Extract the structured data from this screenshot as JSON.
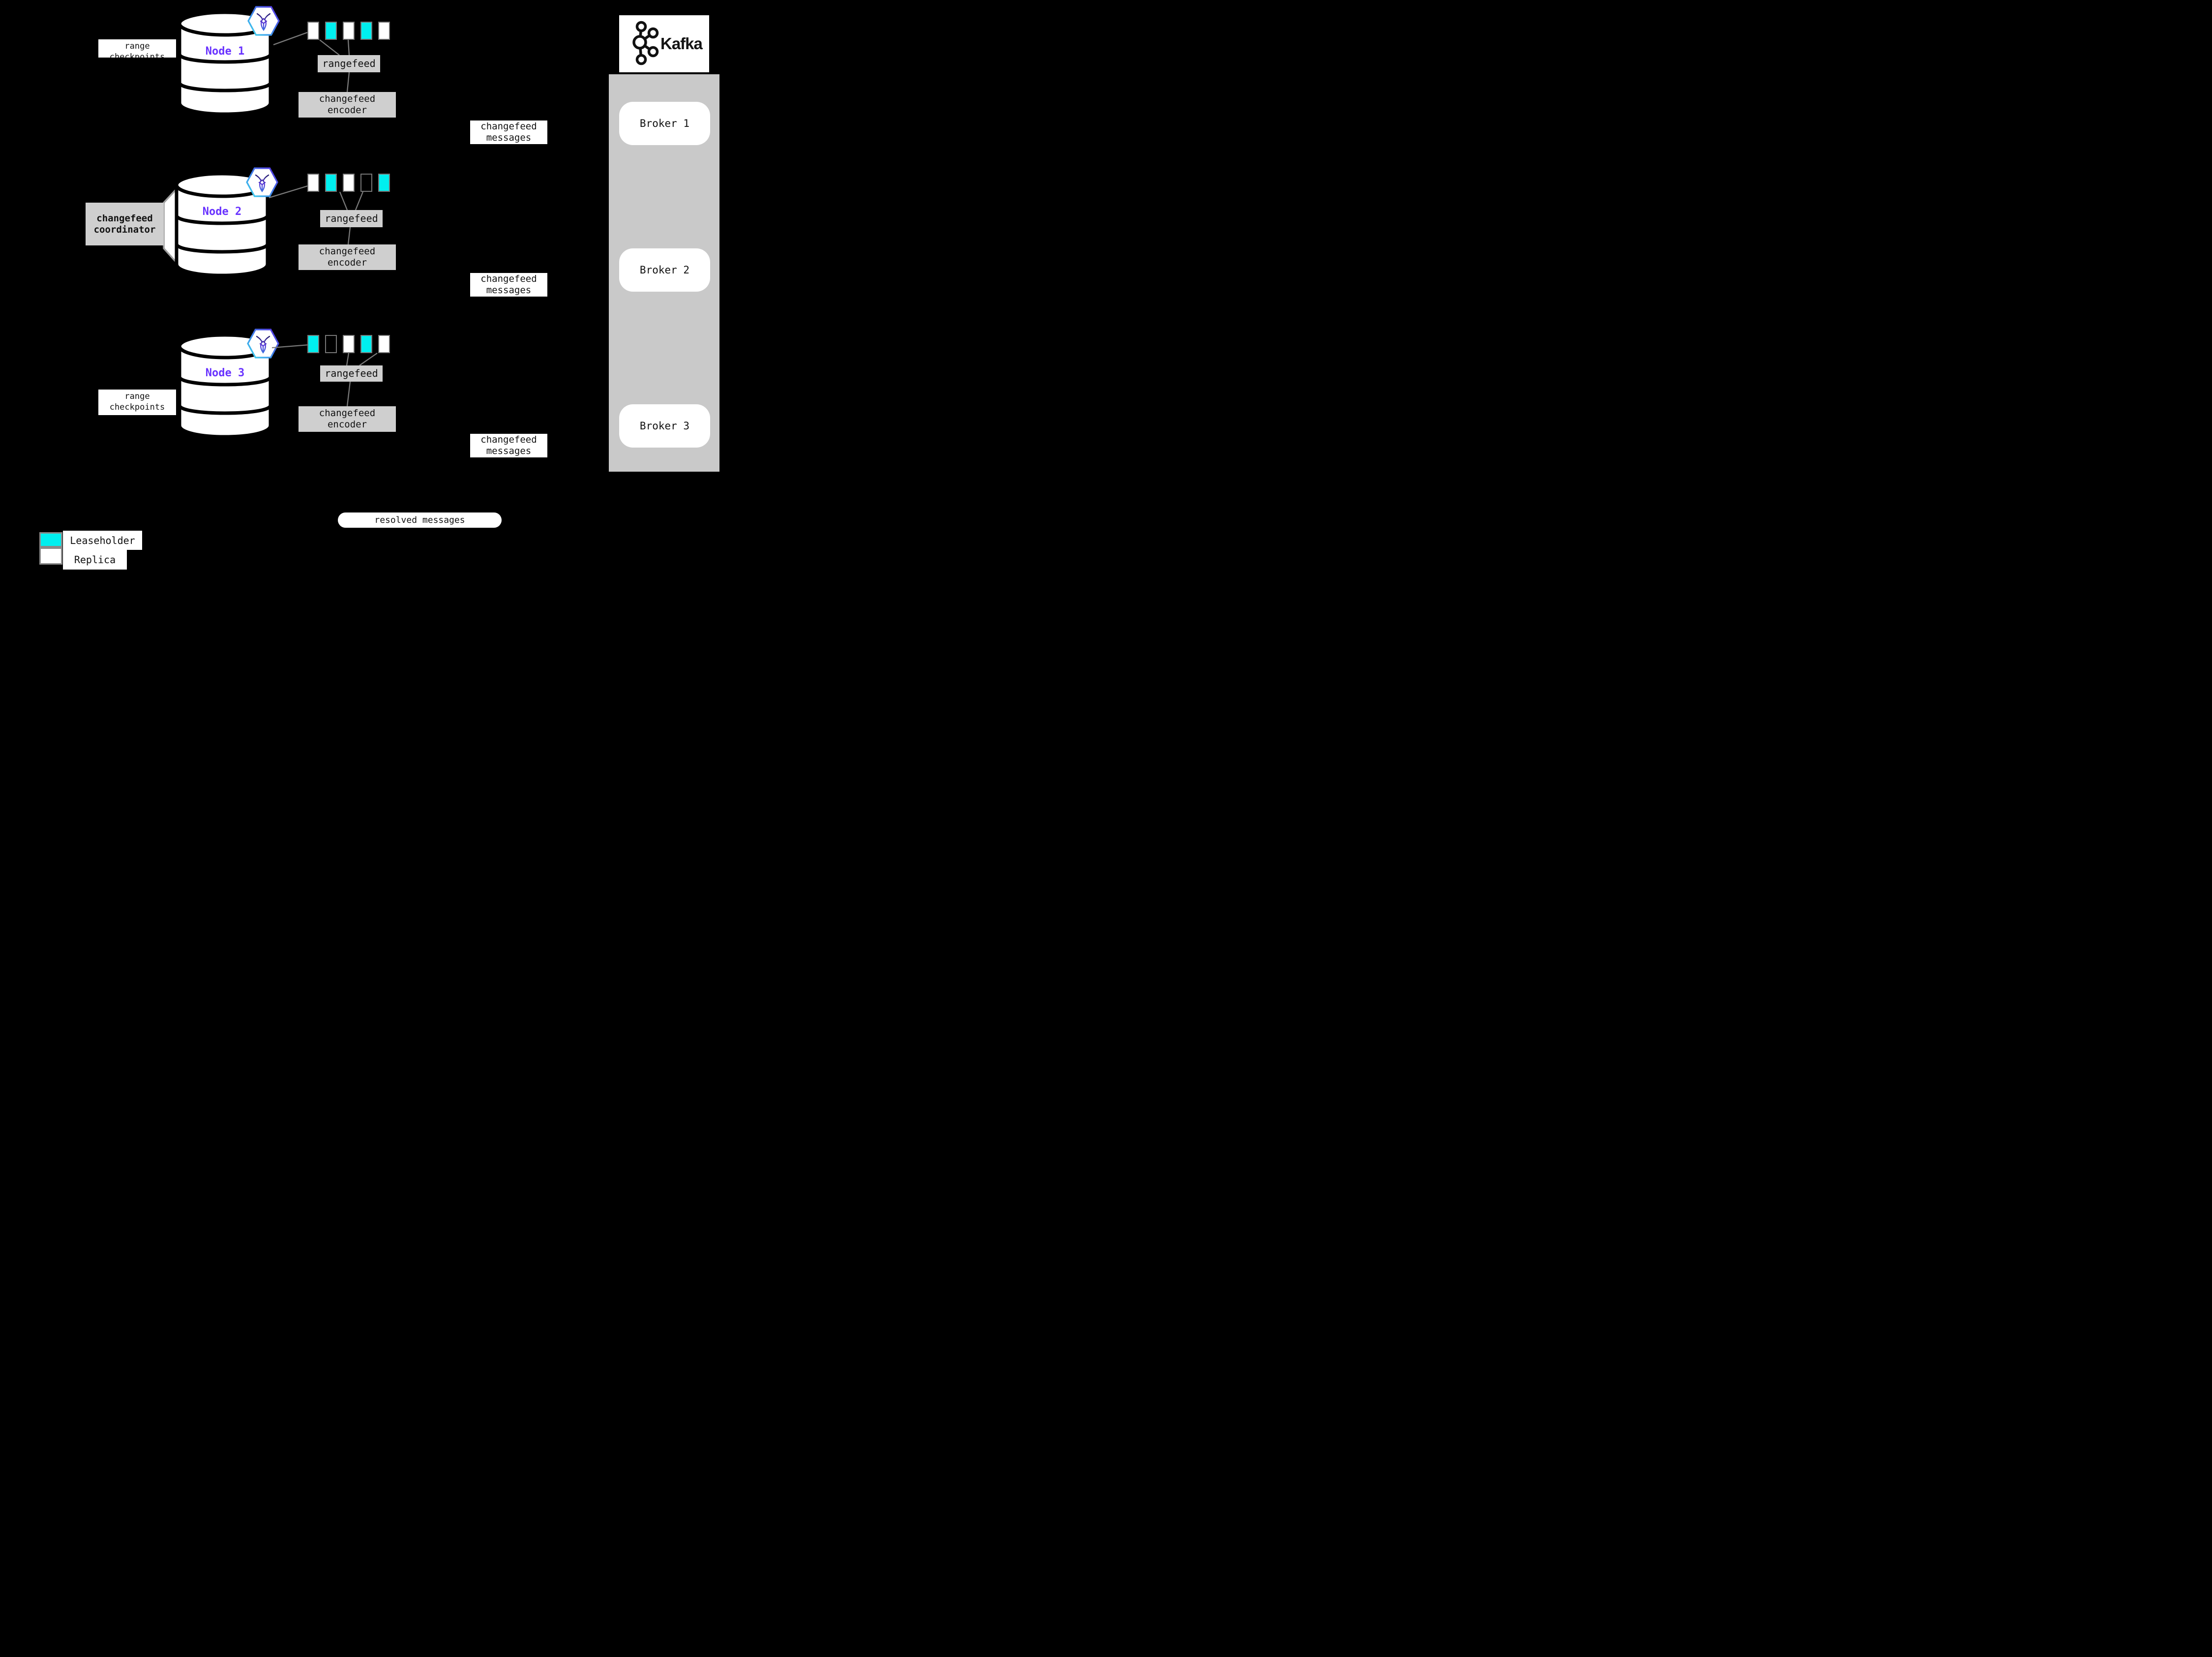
{
  "diagram": {
    "nodes": [
      {
        "name": "Node 1",
        "checkpoints_label": {
          "line1": "range",
          "line2": "checkpoints"
        },
        "ranges": [
          "replica",
          "leaseholder",
          "replica",
          "leaseholder",
          "replica"
        ],
        "rangefeed_label": "rangefeed",
        "encoder_label": {
          "line1": "changefeed",
          "line2": "encoder"
        },
        "messages_label": {
          "line1": "changefeed",
          "line2": "messages"
        }
      },
      {
        "name": "Node 2",
        "coordinator_label": {
          "line1": "changefeed",
          "line2": "coordinator"
        },
        "ranges": [
          "replica",
          "leaseholder",
          "replica",
          "empty",
          "leaseholder"
        ],
        "rangefeed_label": "rangefeed",
        "encoder_label": {
          "line1": "changefeed",
          "line2": "encoder"
        },
        "messages_label": {
          "line1": "changefeed",
          "line2": "messages"
        }
      },
      {
        "name": "Node 3",
        "checkpoints_label": {
          "line1": "range",
          "line2": "checkpoints"
        },
        "ranges": [
          "leaseholder",
          "empty",
          "replica",
          "leaseholder",
          "replica"
        ],
        "rangefeed_label": "rangefeed",
        "encoder_label": {
          "line1": "changefeed",
          "line2": "encoder"
        },
        "messages_label": {
          "line1": "changefeed",
          "line2": "messages"
        }
      }
    ],
    "kafka": {
      "wordmark": "Kafka",
      "brokers": [
        "Broker 1",
        "Broker 2",
        "Broker 3"
      ]
    },
    "resolved_messages_label": "resolved messages",
    "legend": {
      "items": [
        {
          "kind": "leaseholder",
          "label": "Leaseholder"
        },
        {
          "kind": "replica",
          "label": "Replica"
        }
      ]
    },
    "colors": {
      "leaseholder_fill": "#00EFEF",
      "replica_fill": "#FFFFFF",
      "node_name_purple": "#6933FF",
      "panel_gray": "#CFCFCF",
      "kafka_container_gray": "#C9C9C9",
      "connector_gray": "#7A7A7A",
      "range_border_gray": "#767676",
      "background": "#000000"
    }
  }
}
